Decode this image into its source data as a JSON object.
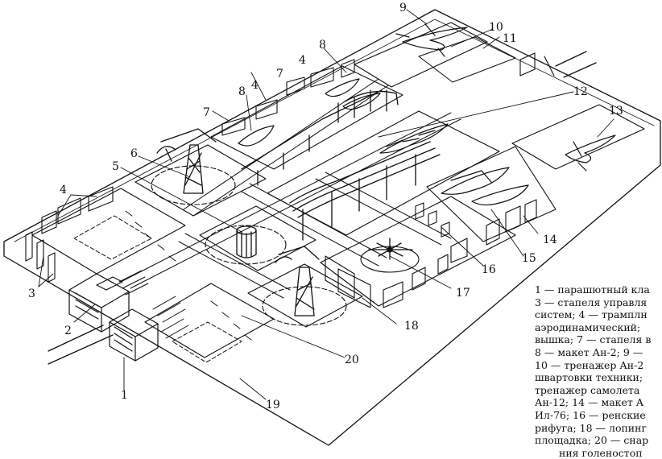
{
  "callouts": {
    "n1": "1",
    "n2": "2",
    "n3": "3",
    "n4a": "4",
    "n4b": "4",
    "n4c": "4",
    "n5": "5",
    "n6": "6",
    "n7a": "7",
    "n7b": "7",
    "n8a": "8",
    "n8b": "8",
    "n9": "9",
    "n10": "10",
    "n11": "11",
    "n12": "12",
    "n13": "13",
    "n14": "14",
    "n15": "15",
    "n16": "16",
    "n17": "17",
    "n18": "18",
    "n19": "19",
    "n20": "20"
  },
  "legend": {
    "lines": [
      "1 — парашютный кла",
      "3 — стапеля управля",
      "систем;   4 — трамплн",
      "аэродинамический;",
      "вышка;  7 — стапеля в",
      "8 — макет  Ан-2;  9 —",
      "10 — тренажер   Ан-2",
      "швартовки  техники;",
      "тренажер    самолета",
      "Ан-12;  14 — макет  А",
      "Ил-76;  16 — ренские",
      "рифуга;  18 — лопинг",
      "площадка;  20 — снар",
      "ния голеностоп"
    ]
  }
}
